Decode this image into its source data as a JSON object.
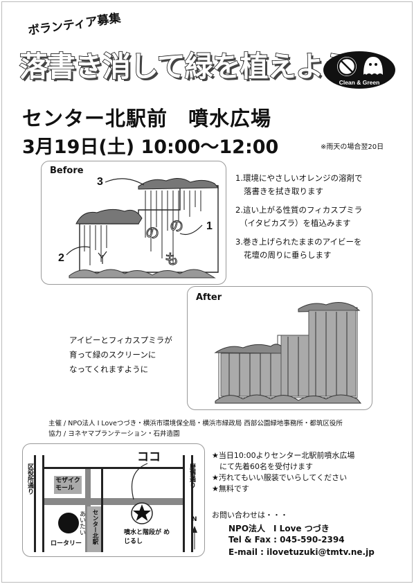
{
  "header": {
    "tag": "ボランティア募集",
    "title": "落書き消して緑を植えよう",
    "logo_text": "Clean & Green"
  },
  "event": {
    "venue": "センター北駅前　噴水広場",
    "date": "3月19日(土) 10:00～12:00",
    "rain_note": "※雨天の場合翌20日"
  },
  "before_panel": {
    "label": "Before",
    "marker_1": "1",
    "marker_2": "2",
    "marker_3": "3",
    "steps": [
      "1.環境にやさしいオレンジの溶剤で",
      "落書きを拭き取ります",
      "2.這い上がる性質のフィカスプミラ",
      "（イタビカズラ）を植込みます",
      "3.巻き上げられたままのアイビーを",
      "花壇の周りに垂らします"
    ]
  },
  "after_panel": {
    "label": "After",
    "caption": [
      "アイビーとフィカスプミラが",
      "育って緑のスクリーンに",
      "なってくれますように"
    ]
  },
  "sponsors": {
    "organizer": "主催 / NPO法人 I Loveつづき・横浜市環境保全局・横浜市緑政局 西部公園緑地事務所・都筑区役所",
    "cooperation": "協力 / ヨネヤマプランテーション・石井造園"
  },
  "map": {
    "koko": "ココ",
    "ward_office_street": "区役所通り",
    "mosaic_mall": "モザイク モール",
    "center_kita_station": "センター北駅",
    "aitai": "あいたい",
    "rotary": "ロータリー",
    "fountain_landmark": "噴水と階段が めじるし",
    "rekihaku_street": "歴博通り",
    "north": "N"
  },
  "info": {
    "items": [
      "★当日10:00よりセンター北駅前噴水広場",
      "　にて先着60名を受付けます",
      "★汚れてもいい服装でいらしてください",
      "★無料です"
    ],
    "inquiry": "お問い合わせは・・・",
    "org": "NPO法人　I Love つづき",
    "tel": "Tel & Fax : 045-590-2394",
    "email": "E-mail : ilovetuzuki@tmtv.ne.jp"
  }
}
